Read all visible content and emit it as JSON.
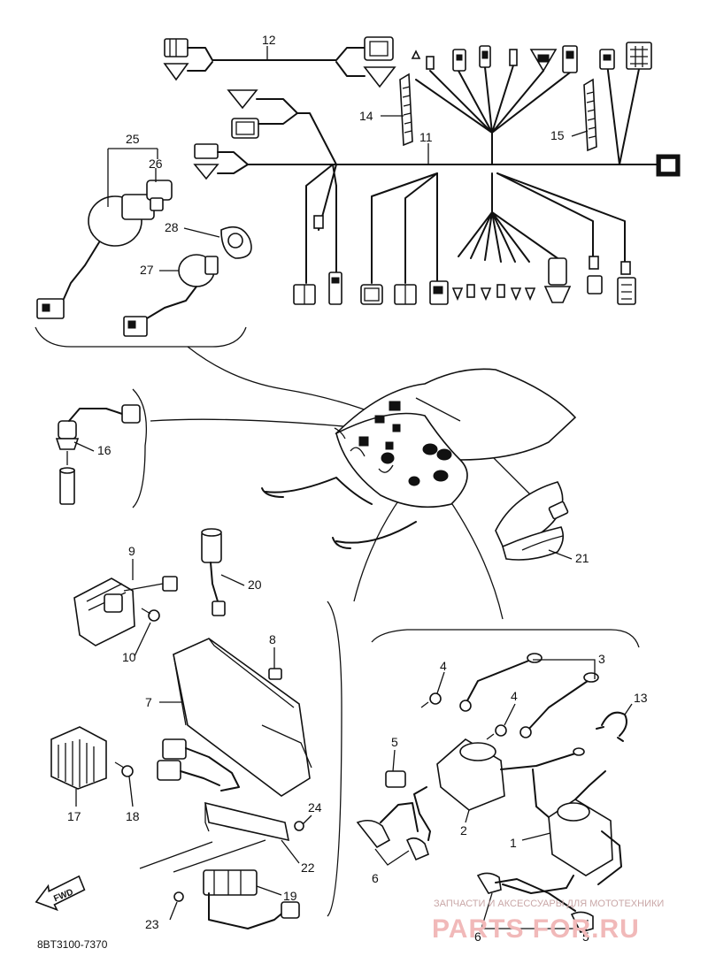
{
  "diagram": {
    "part_numbers": {
      "p1": "1",
      "p2": "2",
      "p3": "3",
      "p4a": "4",
      "p4b": "4",
      "p5a": "5",
      "p5b": "5",
      "p6a": "6",
      "p6b": "6",
      "p7": "7",
      "p8": "8",
      "p9": "9",
      "p10": "10",
      "p11": "11",
      "p12": "12",
      "p13": "13",
      "p14": "14",
      "p15": "15",
      "p16": "16",
      "p17": "17",
      "p18": "18",
      "p19": "19",
      "p20": "20",
      "p21": "21",
      "p22": "22",
      "p23": "23",
      "p24": "24",
      "p25": "25",
      "p26": "26",
      "p27": "27",
      "p28": "28"
    },
    "diagram_code": "8BT3100-7370",
    "fwd_label": "FWD"
  },
  "watermark": {
    "tagline": "ЗАПЧАСТИ И АКСЕССУАРЫ ДЛЯ МОТОТЕХНИКИ",
    "brand": "PARTS FOR.RU"
  }
}
